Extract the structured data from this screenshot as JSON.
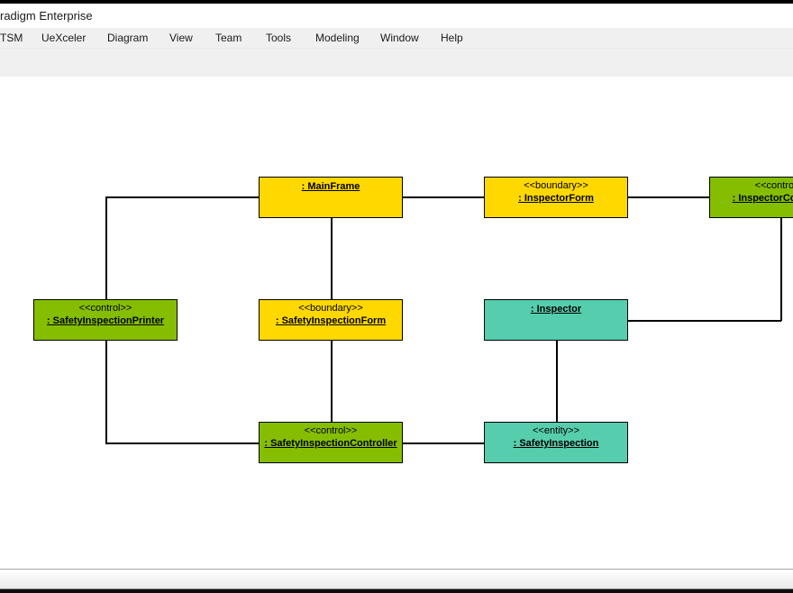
{
  "window": {
    "title": "radigm Enterprise"
  },
  "menu_bar": {
    "items": [
      "TSM",
      "UeXceler",
      "Diagram",
      "View",
      "Team",
      "Tools",
      "Modeling",
      "Window",
      "Help"
    ]
  },
  "colors": {
    "boundary_yellow": "#FFD800",
    "control_green": "#85BE00",
    "entity_teal": "#56CDAC",
    "connector_black": "#000000"
  },
  "diagram": {
    "nodes": [
      {
        "stereotype": "",
        "name": ": MainFrame",
        "fill": "#FFD800"
      },
      {
        "stereotype": "<<boundary>>",
        "name": ": InspectorForm",
        "fill": "#FFD800"
      },
      {
        "stereotype": "<<control>>",
        "name": ": InspectorController",
        "fill": "#85BE00"
      },
      {
        "stereotype": "<<control>>",
        "name": ": SafetyInspectionPrinter",
        "fill": "#85BE00"
      },
      {
        "stereotype": "<<boundary>>",
        "name": ": SafetyInspectionForm",
        "fill": "#FFD800"
      },
      {
        "stereotype": "",
        "name": ": Inspector",
        "fill": "#56CDAC"
      },
      {
        "stereotype": "<<control>>",
        "name": ": SafetyInspectionController",
        "fill": "#85BE00"
      },
      {
        "stereotype": "<<entity>>",
        "name": ": SafetyInspection",
        "fill": "#56CDAC"
      }
    ],
    "edges": [
      "MainFrame - SafetyInspectionPrinter",
      "SafetyInspectionPrinter - SafetyInspectionController",
      "MainFrame - InspectorForm",
      "InspectorForm - InspectorController",
      "MainFrame - SafetyInspectionForm",
      "SafetyInspectionForm - SafetyInspectionController",
      "InspectorController - Inspector",
      "Inspector - SafetyInspection",
      "SafetyInspectionController - SafetyInspection"
    ]
  }
}
